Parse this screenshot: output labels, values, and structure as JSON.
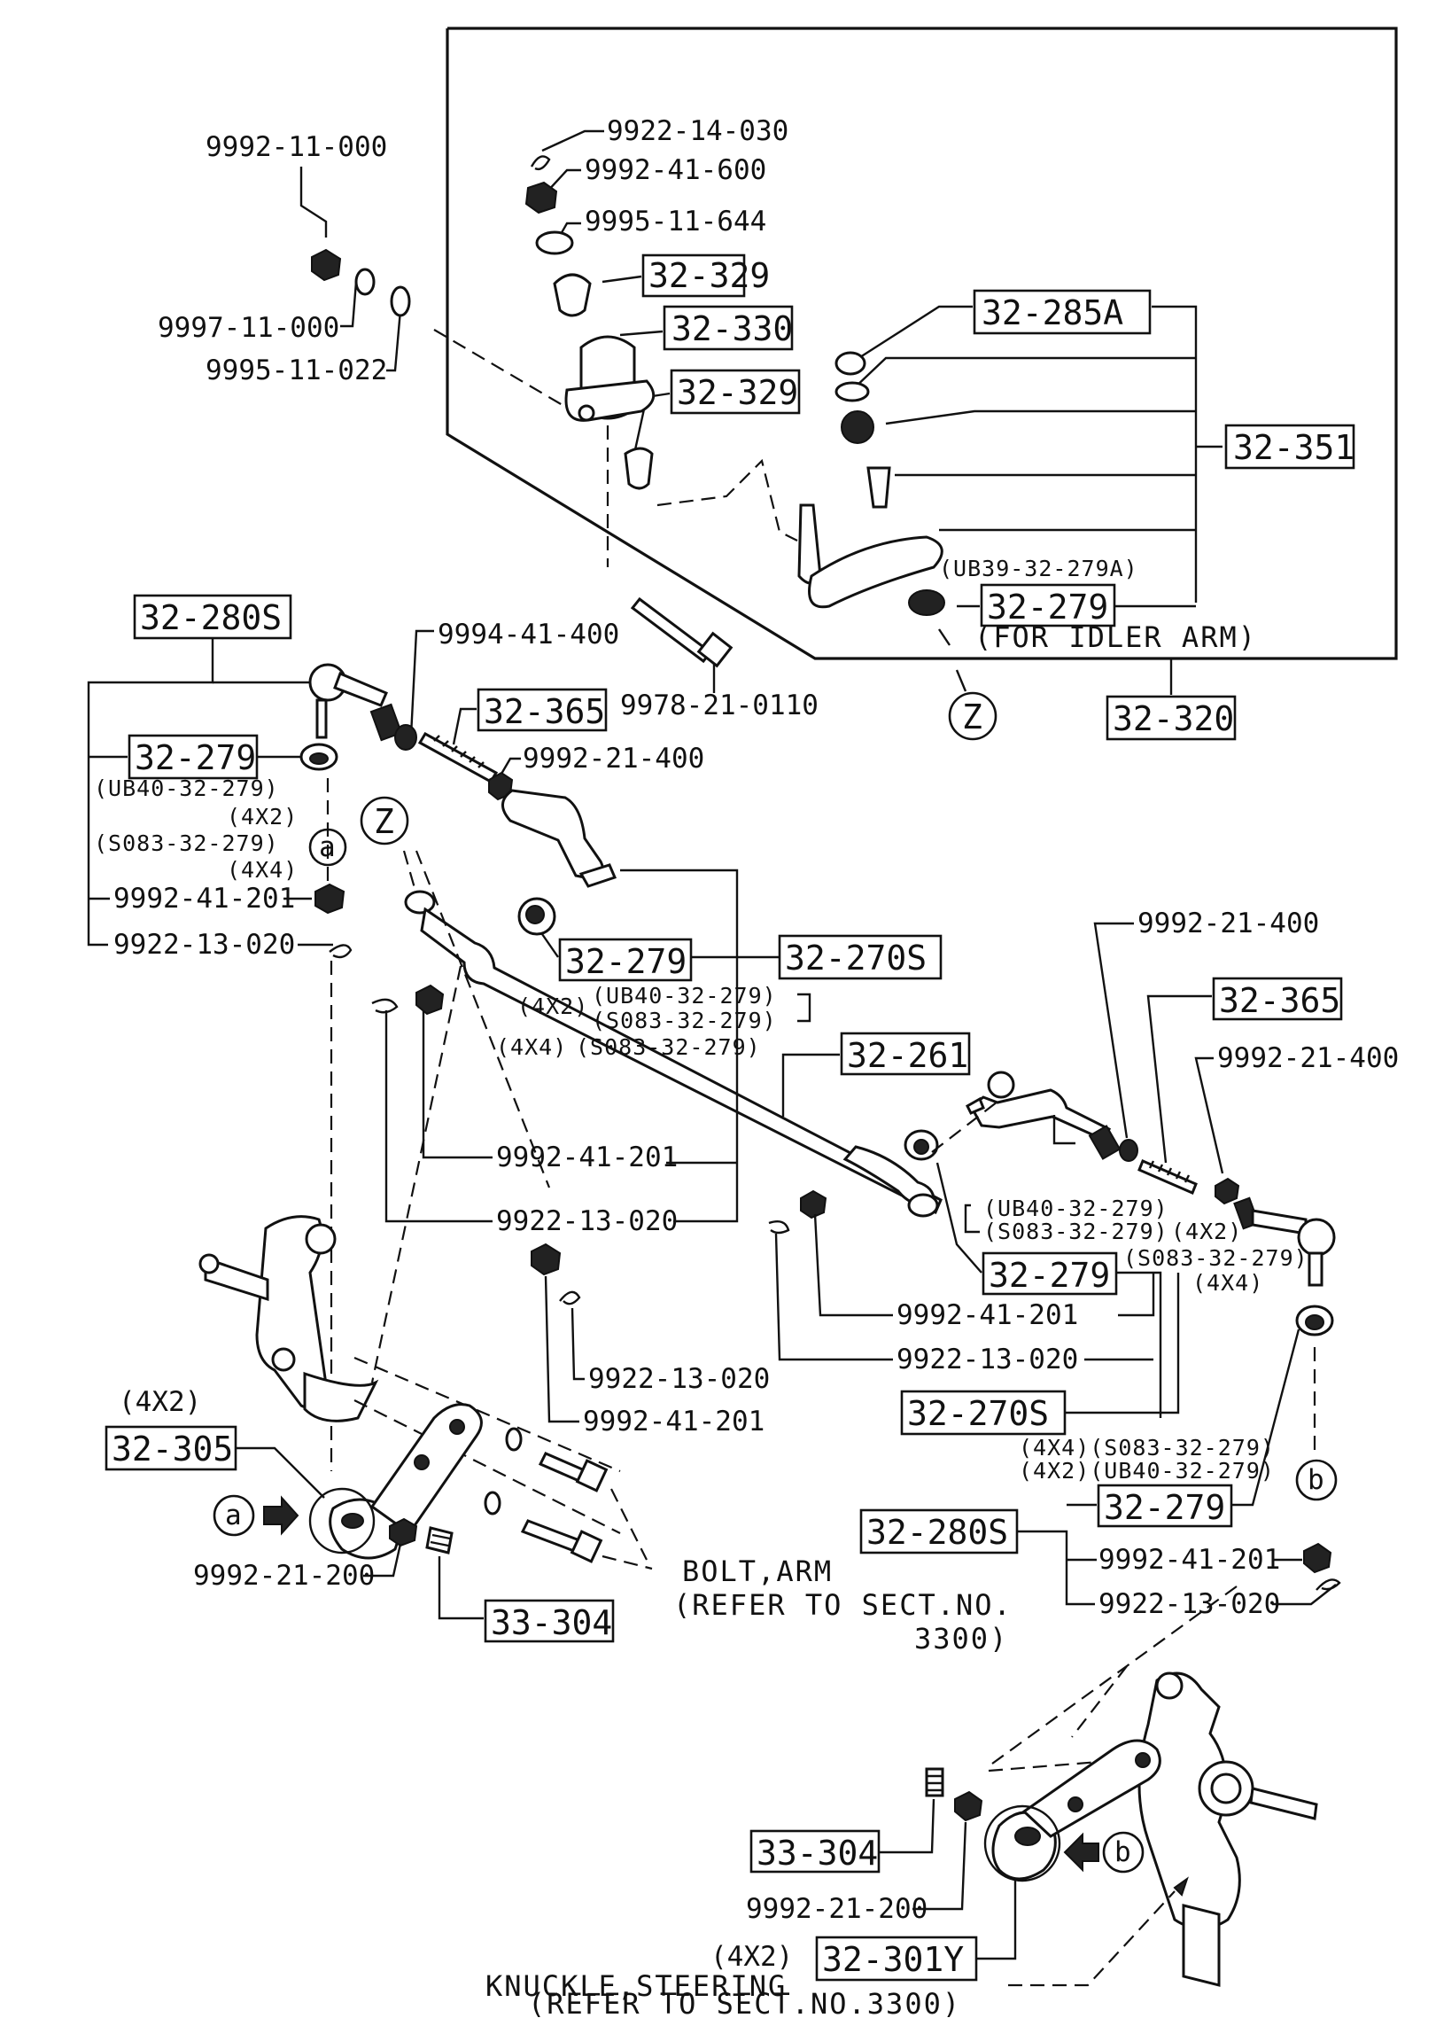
{
  "labels": {
    "p_9992_11_000": "9992-11-000",
    "p_9997_11_000": "9997-11-000",
    "p_9995_11_022": "9995-11-022",
    "p_9922_14_030": "9922-14-030",
    "p_9992_41_600": "9992-41-600",
    "p_9995_11_644": "9995-11-644",
    "box_32_329_a": "32-329",
    "box_32_330": "32-330",
    "box_32_329_b": "32-329",
    "box_32_285A": "32-285A",
    "box_32_351": "32-351",
    "ub39_note": "(UB39-32-279A)",
    "box_32_279_idler": "32-279",
    "for_idler_arm": "(FOR IDLER ARM)",
    "box_32_320": "32-320",
    "circle_z_top": "Z",
    "box_32_280S_left": "32-280S",
    "p_9994_41_400": "9994-41-400",
    "box_32_365_left": "32-365",
    "p_9978_21_0110": "9978-21-0110",
    "box_32_279_left": "32-279",
    "p_9992_21_400_left": "9992-21-400",
    "ub40_left": "(UB40-32-279)",
    "l4x2_left": "(4X2)",
    "s083_left": "(S083-32-279)",
    "l4x4_left": "(4X4)",
    "circle_a_top": "a",
    "circle_z_mid": "Z",
    "p_9992_41_201_left": "9992-41-201",
    "p_9922_13_020_left": "9922-13-020",
    "box_32_279_center": "32-279",
    "box_32_270S_top": "32-270S",
    "l4x2_center": "(4X2)",
    "ub40_center": "(UB40-32-279)",
    "s083_center": "(S083-32-279)",
    "l4x4_center": "(4X4)",
    "s083_center2": "(S083-32-279)",
    "box_32_261": "32-261",
    "p_9992_21_400_right_top": "9992-21-400",
    "box_32_365_right": "32-365",
    "p_9992_21_400_right": "9992-21-400",
    "p_9992_41_201_mid": "9992-41-201",
    "p_9922_13_020_mid": "9922-13-020",
    "ub40_right": "(UB40-32-279)",
    "s083_right": "(S083-32-279)",
    "l4x2_right": "(4X2)",
    "box_32_279_right": "32-279",
    "s083_right2": "(S083-32-279)",
    "l4x4_right": "(4X4)",
    "p_9992_41_201_r": "9992-41-201",
    "p_9922_13_020_r": "9922-13-020",
    "p_9922_13_020_low": "9922-13-020",
    "p_9992_41_201_low": "9992-41-201",
    "box_32_270S_bottom": "32-270S",
    "l4x4_s083_bottom": "(4X4)(S083-32-279)",
    "l4x2_ub40_bottom": "(4X2)(UB40-32-279)",
    "box_32_279_bottom": "32-279",
    "circle_b_right": "b",
    "box_32_280S_right": "32-280S",
    "p_9992_41_201_br": "9992-41-201",
    "p_9922_13_020_br": "9922-13-020",
    "l4x2_305": "(4X2)",
    "box_32_305": "32-305",
    "circle_a_bottom": "a",
    "p_9992_21_200_left": "9992-21-200",
    "box_33_304_left": "33-304",
    "bolt_arm": "BOLT,ARM",
    "refer_3300_a": "(REFER TO SECT.NO.",
    "refer_3300_b": "3300)",
    "box_33_304_right": "33-304",
    "p_9992_21_200_right": "9992-21-200",
    "circle_b_bottom": "b",
    "l4x2_301y": "(4X2)",
    "box_32_301Y": "32-301Y",
    "knuckle_steering": "KNUCKLE,STEERING",
    "refer_3300_knuckle": "(REFER TO SECT.NO.3300)"
  }
}
